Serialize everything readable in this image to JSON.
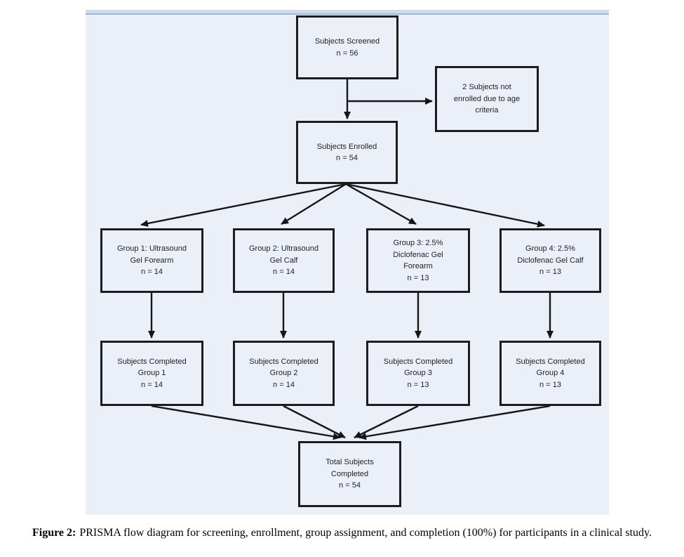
{
  "theme": {
    "page_bg": "#FFFFFF",
    "panel_bg": "#EBEFF8",
    "bar_top": "#CFDBEC",
    "bar_edge": "#A5B7D2",
    "box_border": "#1C1C1C",
    "arrow": "#161616",
    "text": "#1F1F1F"
  },
  "diagram": {
    "type": "prisma-flowchart",
    "nodes": {
      "screened": "Subjects Screened\nn = 56",
      "not_enrolled": "2 Subjects not\nenrolled due to age\ncriteria",
      "enrolled": "Subjects Enrolled\nn = 54",
      "group1": "Group 1: Ultrasound\nGel Forearm\nn = 14",
      "group2": "Group 2: Ultrasound\nGel Calf\nn = 14",
      "group3": "Group 3: 2.5%\nDiclofenac Gel\nForearm\nn = 13",
      "group4": "Group 4: 2.5%\nDiclofenac Gel Calf\nn = 13",
      "completed1": "Subjects Completed\nGroup 1\nn = 14",
      "completed2": "Subjects Completed\nGroup 2\nn = 14",
      "completed3": "Subjects Completed\nGroup 3\nn = 13",
      "completed4": "Subjects Completed\nGroup 4\nn = 13",
      "total": "Total Subjects\nCompleted\nn = 54"
    }
  },
  "caption": {
    "label": "Figure 2:",
    "text": "PRISMA flow diagram for screening, enrollment, group assignment, and completion (100%) for participants in a clinical study."
  }
}
